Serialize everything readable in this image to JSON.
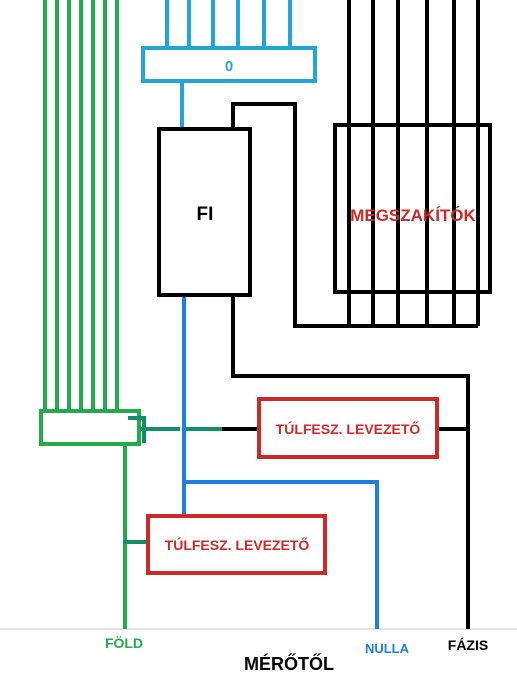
{
  "labels": {
    "neutral_bar": "0",
    "rcd": "FI",
    "breakers": "MEGSZAKÍTÓK",
    "surge_upper": "TÚLFESZ. LEVEZETŐ",
    "surge_lower": "TÚLFESZ. LEVEZETŐ",
    "earth": "FÖLD",
    "meter": "MÉRŐTŐL",
    "neutral": "NULLA",
    "phase": "FÁZIS"
  },
  "colors": {
    "earth": "#22aa4c",
    "earth_dark": "#158c6a",
    "neutral": "#1e7fe0",
    "neutral_light": "#22a6d8",
    "phase": "#000000",
    "surge_box": "#cc2a2a",
    "label_red": "#cc2a2a",
    "label_green": "#22aa4c",
    "label_blue": "#1e7fe0"
  }
}
